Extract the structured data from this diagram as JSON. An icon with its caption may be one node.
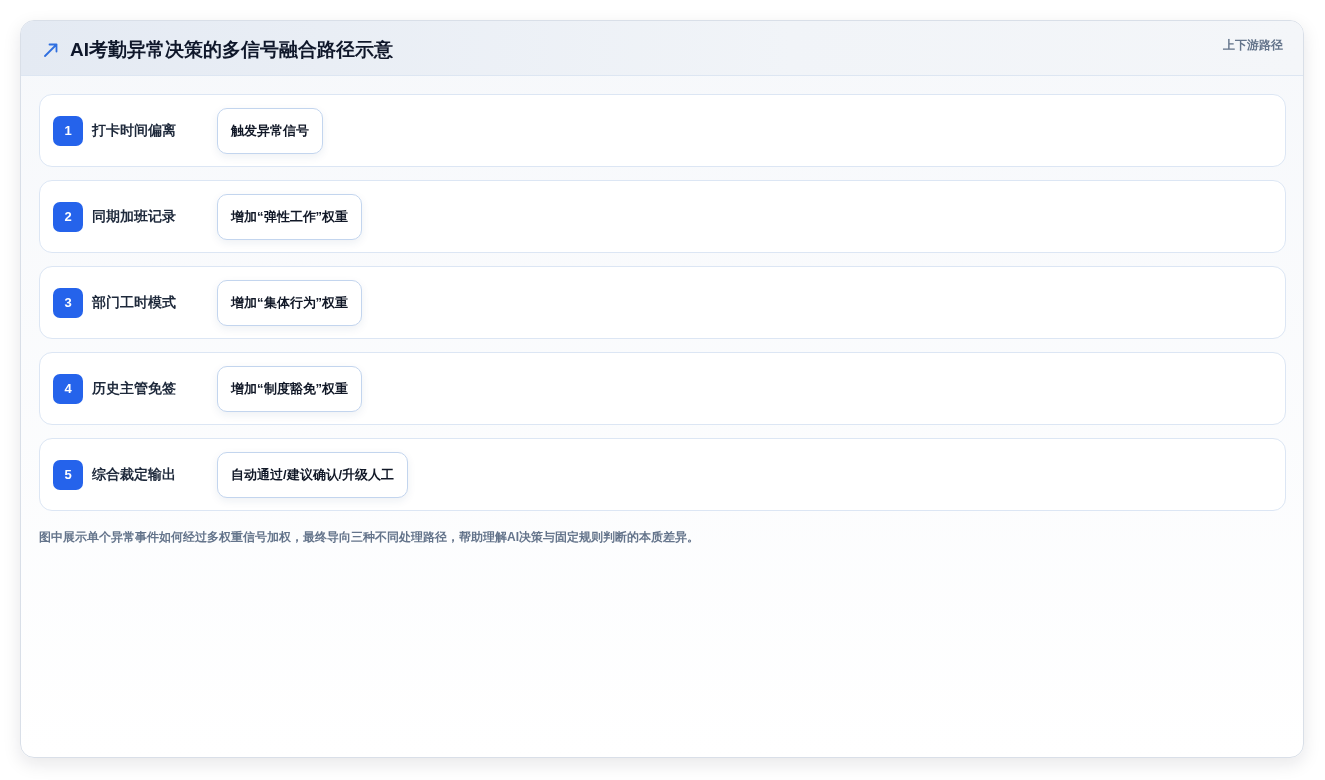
{
  "diagram": {
    "title": "AI考勤异常决策的多信号融合路径示意",
    "caption": "图中展示单个异常事件如何经过多权重信号加权，最终导向三种不同处理路径，帮助理解AI决策与固定规则判断的本质差异。",
    "nodes": [
      {
        "text": [
          "打卡时间偏离"
        ]
      },
      {
        "text": [
          "1"
        ],
        "in": 0
      },
      {
        "text": [
          "触发异常信号"
        ],
        "in": 0
      },
      {
        "text": [
          "同期加班记录"
        ]
      },
      {
        "text": [
          "2"
        ],
        "in": 3
      },
      {
        "text": [
          "增加“弹性工作”权重"
        ],
        "in": 3
      },
      {
        "text": [
          "部门工时模式"
        ]
      },
      {
        "text": [
          "3"
        ],
        "in": 6
      },
      {
        "text": [
          "增加“集体行为”权重"
        ],
        "in": 6
      },
      {
        "text": [
          "历史主管免签"
        ]
      },
      {
        "text": [
          "4"
        ],
        "in": 9
      },
      {
        "text": [
          "增加“制度豁免”权重"
        ],
        "in": 9
      },
      {
        "text": [
          "综合裁定输出"
        ]
      },
      {
        "text": [
          "5"
        ],
        "in": 12
      },
      {
        "text": [
          "自动通过/建议确认/升级人工"
        ],
        "in": 12
      }
    ],
    "labels": [
      "上下游路径"
    ]
  }
}
